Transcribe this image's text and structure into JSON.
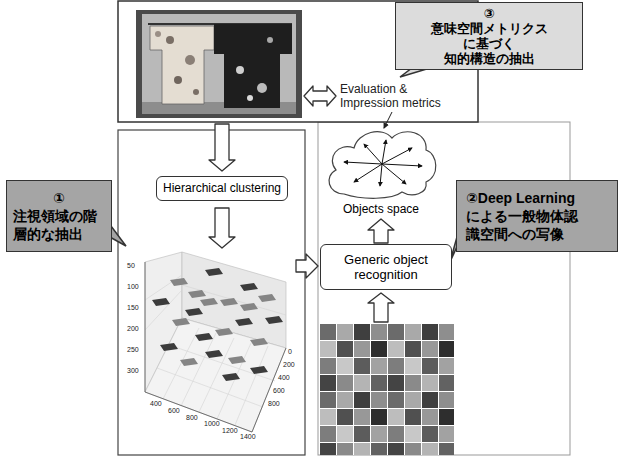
{
  "diagram": {
    "nodes": [
      {
        "text": [
          "③",
          "意味空間メトリクス に基づく 知的構造の抽出"
        ]
      },
      {
        "text": [
          "Objects space"
        ]
      },
      {
        "text": [
          "Hierarchical clustering"
        ]
      },
      {
        "text": [
          "①",
          "注視領域の階 層的な抽出"
        ]
      },
      {
        "text": [
          "②Deep Learning による一般物体認 識空間への写像"
        ]
      },
      {
        "text": [
          "Generic object recognition"
        ]
      }
    ],
    "edges": [
      {
        "from": 5,
        "to": 1,
        "arrow": "to"
      }
    ],
    "labels": [
      "Evaluation & Impression metrics",
      "50",
      "100",
      "150",
      "200",
      "250",
      "300",
      "400",
      "600",
      "800",
      "1000",
      "1200",
      "1400",
      "0",
      "200",
      "400",
      "600",
      "800"
    ]
  }
}
